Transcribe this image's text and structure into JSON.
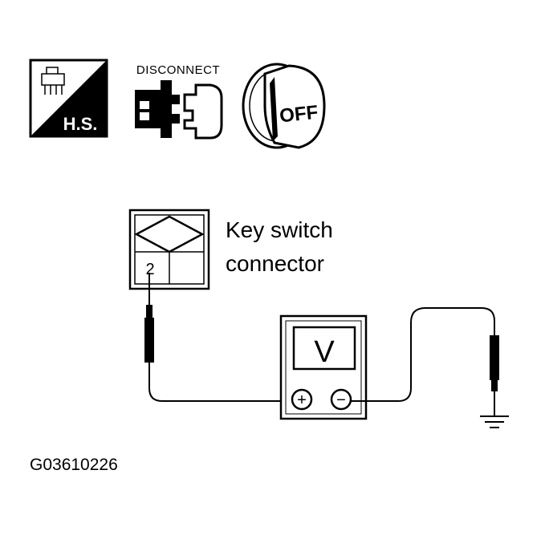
{
  "icons": {
    "hs_label": "H.S.",
    "disconnect_label": "DISCONNECT",
    "ignition_label": "OFF"
  },
  "connector": {
    "label_line1": "Key switch",
    "label_line2": "connector",
    "pin_number": "2"
  },
  "meter": {
    "display": "V",
    "plus_symbol": "+",
    "minus_symbol": "−"
  },
  "figure_code": "G03610226"
}
